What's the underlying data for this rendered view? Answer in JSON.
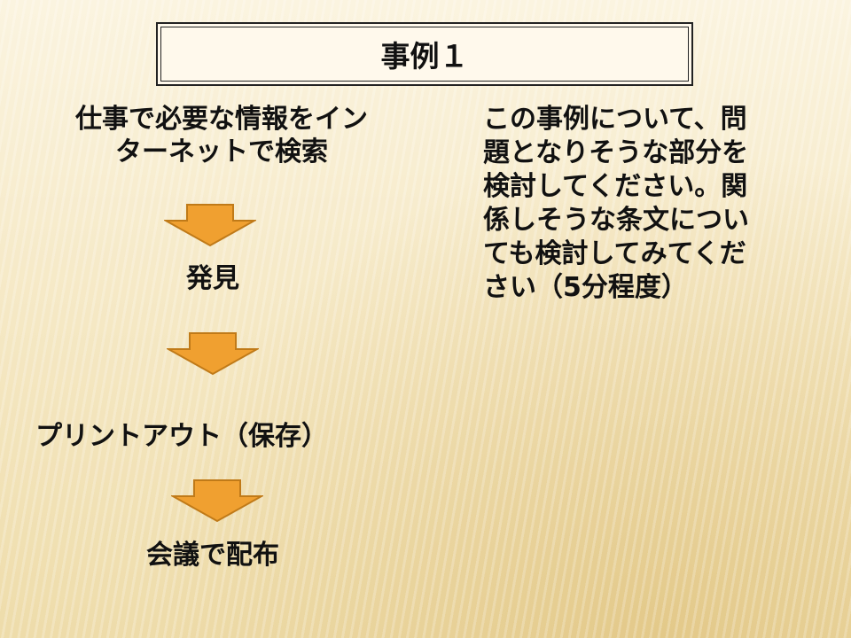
{
  "slide": {
    "title": "事例１",
    "flow": [
      {
        "line1": "仕事で必要な情報をイン",
        "line2": "ターネットで検索"
      },
      {
        "line1": "発見"
      },
      {
        "line1": "プリントアウト（保存）"
      },
      {
        "line1": "会議で配布"
      }
    ],
    "instruction_lines": [
      "この事例について、問",
      "題となりそうな部分を",
      "検討してください。関",
      "係しそうな条文につい",
      "ても検討してみてくだ",
      "さい（5分程度）"
    ],
    "colors": {
      "arrow": "#F0A030",
      "arrow_stroke": "#C07A18",
      "text": "#111111"
    }
  }
}
